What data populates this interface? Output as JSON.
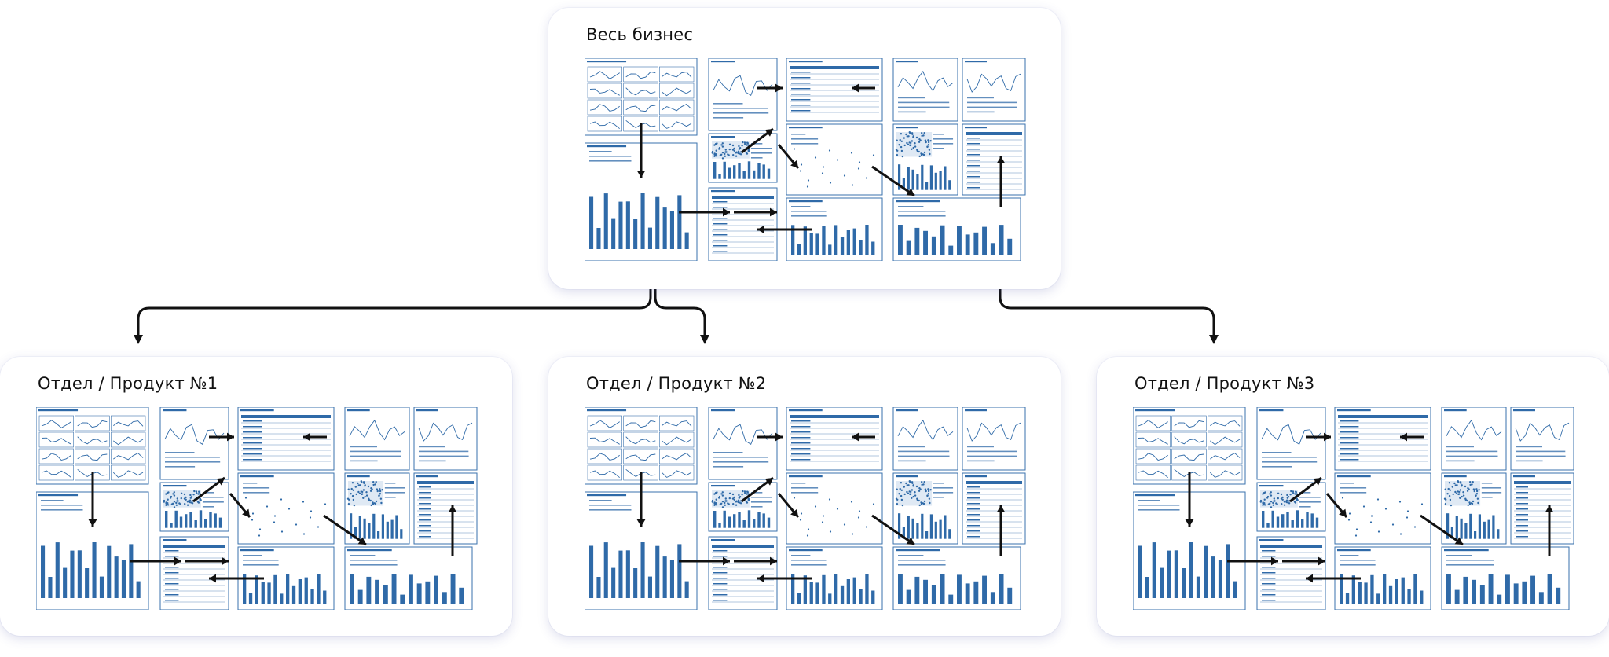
{
  "diagram": {
    "top": {
      "title": "Весь бизнес"
    },
    "children": [
      {
        "title": "Отдел / Продукт №1"
      },
      {
        "title": "Отдел / Продукт №2"
      },
      {
        "title": "Отдел / Продукт №3"
      }
    ]
  },
  "colors": {
    "accent": "#2f6aa8",
    "arrow": "#111111",
    "panel_border": "#3a72ad",
    "card_bg": "#ffffff"
  }
}
